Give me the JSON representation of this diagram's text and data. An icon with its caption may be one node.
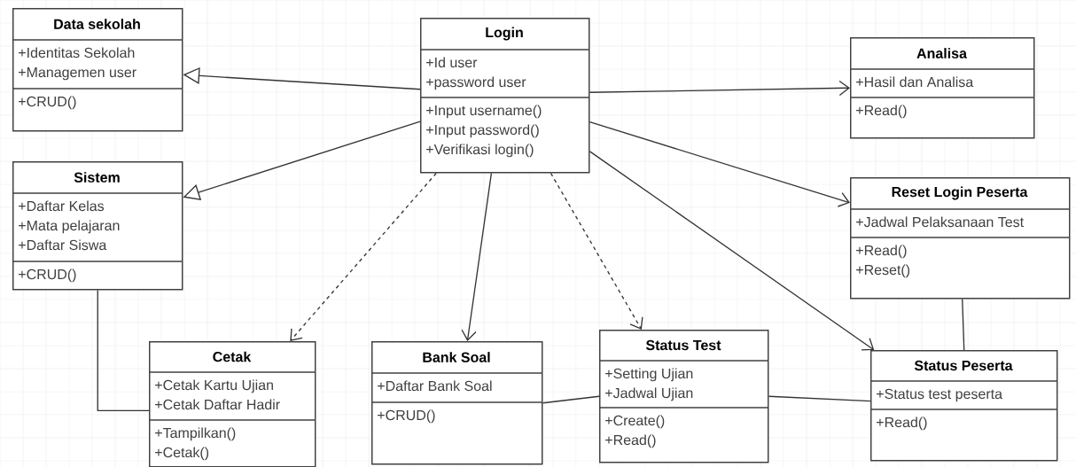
{
  "diagram": {
    "nodes": [
      {
        "text": [
          "Data sekolah",
          "+Identitas Sekolah",
          "+Managemen user",
          "+CRUD()"
        ]
      },
      {
        "text": [
          "Login",
          "+Id user",
          "+password user",
          "+Input username()",
          "+Input password()",
          "+Verifikasi login()"
        ]
      },
      {
        "text": [
          "Analisa",
          "+Hasil dan Analisa",
          "+Read()"
        ]
      },
      {
        "text": [
          "Sistem",
          "+Daftar Kelas",
          "+Mata pelajaran",
          "+Daftar Siswa",
          "+CRUD()"
        ]
      },
      {
        "text": [
          "Reset Login Peserta",
          "+Jadwal Pelaksanaan Test",
          "+Read()",
          "+Reset()"
        ]
      },
      {
        "text": [
          "Cetak",
          "+Cetak Kartu Ujian",
          "+Cetak Daftar Hadir",
          "+Tampilkan()",
          "+Cetak()"
        ]
      },
      {
        "text": [
          "Bank Soal",
          "+Daftar Bank Soal",
          "+CRUD()"
        ]
      },
      {
        "text": [
          "Status Test",
          "+Setting Ujian",
          "+Jadwal Ujian",
          "+Create()",
          "+Read()"
        ]
      },
      {
        "text": [
          "Status Peserta",
          "+Status test peserta",
          "+Read()"
        ]
      }
    ],
    "edges": [
      {
        "from": 1,
        "to": 0,
        "arrow": "to"
      },
      {
        "from": 1,
        "to": 3,
        "arrow": "to"
      },
      {
        "from": 1,
        "to": 2,
        "arrow": "to"
      },
      {
        "from": 1,
        "to": 4,
        "arrow": "to"
      },
      {
        "from": 1,
        "to": 8,
        "arrow": "to"
      },
      {
        "from": 1,
        "to": 6,
        "arrow": "to"
      },
      {
        "from": 1,
        "to": 5,
        "arrow": "to",
        "style": "dashed"
      },
      {
        "from": 1,
        "to": 7,
        "arrow": "to",
        "style": "dashed"
      },
      {
        "from": 3,
        "to": 5,
        "arrow": "none"
      },
      {
        "from": 6,
        "to": 7,
        "arrow": "none"
      },
      {
        "from": 7,
        "to": 8,
        "arrow": "none"
      },
      {
        "from": 4,
        "to": 8,
        "arrow": "none"
      }
    ]
  }
}
